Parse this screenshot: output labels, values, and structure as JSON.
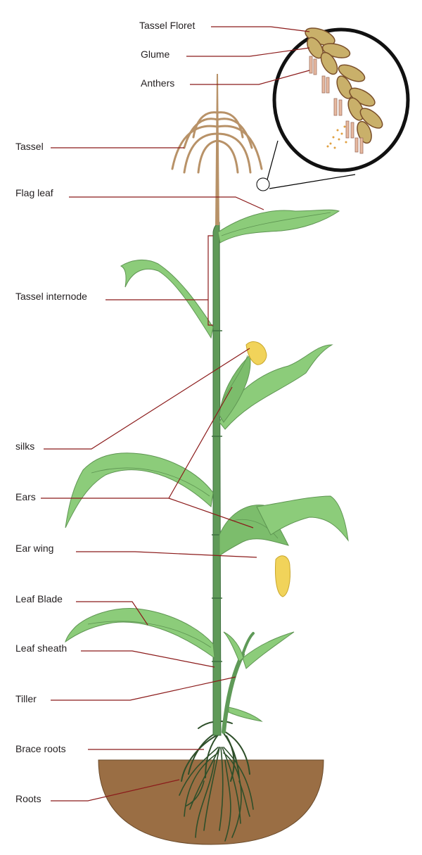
{
  "labels": {
    "tassel_floret": "Tassel Floret",
    "glume": "Glume",
    "anthers": "Anthers",
    "tassel": "Tassel",
    "flag_leaf": "Flag leaf",
    "tassel_internode": "Tassel internode",
    "silks": "silks",
    "ears": "Ears",
    "ear_wing": "Ear wing",
    "leaf_blade": "Leaf Blade",
    "leaf_sheath": "Leaf sheath",
    "tiller": "Tiller",
    "brace_roots": "Brace roots",
    "roots": "Roots"
  },
  "colors": {
    "leader_line": "#8b1a1a",
    "stem": "#5f9a58",
    "leaf": "#8ccc7a",
    "leaf_dark": "#5e9552",
    "soil": "#9a6e44",
    "tassel": "#b89268",
    "spikelet": "#c9b06a",
    "spikelet_edge": "#7a4f2a",
    "anther": "#e7b9a0",
    "silk": "#f1d35a",
    "root": "#2e4f2a"
  }
}
